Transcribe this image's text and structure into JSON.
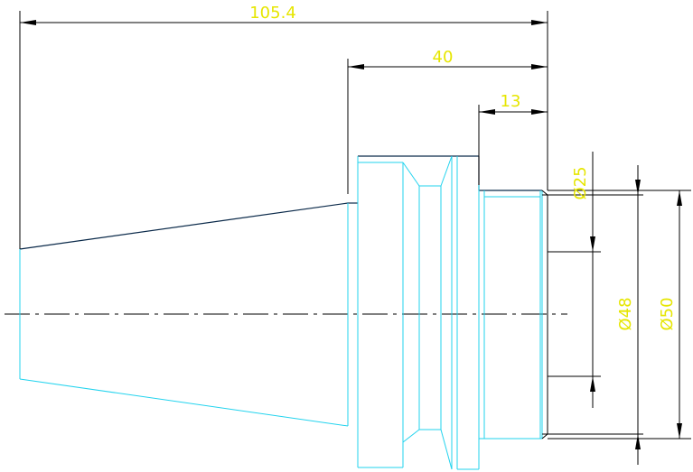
{
  "colors": {
    "background": "#ffffff",
    "outline_upper": "#0b2a4a",
    "outline_lower": "#22d3ee",
    "dimension_text": "#e6e600",
    "dimension_lines": "#000000"
  },
  "dimensions": {
    "overall_length": "105.4",
    "flange_length": "40",
    "shoulder_length": "13",
    "bore_diameter": "Ø25",
    "inner_diameter": "Ø48",
    "outer_diameter": "Ø50"
  }
}
